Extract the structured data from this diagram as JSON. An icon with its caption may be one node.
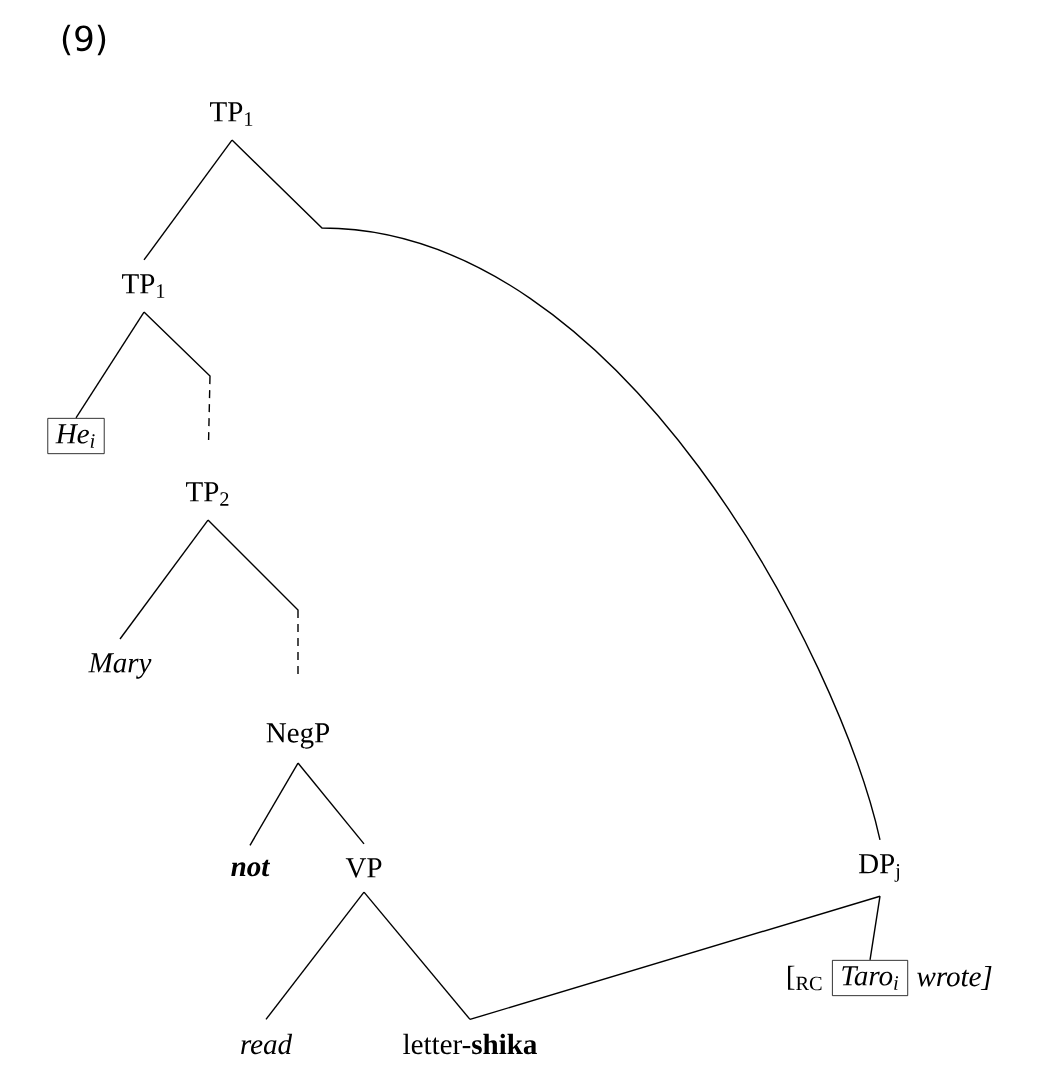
{
  "diagram": {
    "nodes": [
      {
        "text": [
          "TP$_{1}$"
        ]
      },
      {
        "text": [
          "TP$_{1}$"
        ]
      },
      {
        "text": [
          "He$_{i}$"
        ]
      },
      {
        "text": [
          "TP$_{2}$"
        ]
      },
      {
        "text": [
          "Mary"
        ]
      },
      {
        "text": [
          "NegP"
        ]
      },
      {
        "text": [
          "not"
        ]
      },
      {
        "text": [
          "VP"
        ]
      },
      {
        "text": [
          "read"
        ]
      },
      {
        "text": [
          "letter-**shika**"
        ]
      },
      {
        "text": [
          "DP$_{j}$"
        ]
      },
      {
        "text": [
          "[$_{RC}$",
          "*wrote*]"
        ]
      },
      {
        "text": [
          "Taro$_{i}$"
        ],
        "in": 11
      }
    ],
    "edges": [
      {
        "from": 0,
        "to": 1,
        "arrow": "none"
      },
      {
        "from": 0,
        "to": 10,
        "arrow": "none"
      },
      {
        "from": 1,
        "to": 2,
        "arrow": "none"
      },
      {
        "from": 1,
        "to": 3,
        "arrow": "none",
        "style": "dashed"
      },
      {
        "from": 3,
        "to": 4,
        "arrow": "none"
      },
      {
        "from": 3,
        "to": 5,
        "arrow": "none",
        "style": "dashed"
      },
      {
        "from": 5,
        "to": 6,
        "arrow": "none"
      },
      {
        "from": 5,
        "to": 7,
        "arrow": "none"
      },
      {
        "from": 7,
        "to": 8,
        "arrow": "none"
      },
      {
        "from": 7,
        "to": 9,
        "arrow": "none"
      },
      {
        "from": 9,
        "to": 10,
        "arrow": "none"
      },
      {
        "from": 10,
        "to": 11,
        "arrow": "none"
      }
    ],
    "labels": [
      "(9)"
    ]
  }
}
